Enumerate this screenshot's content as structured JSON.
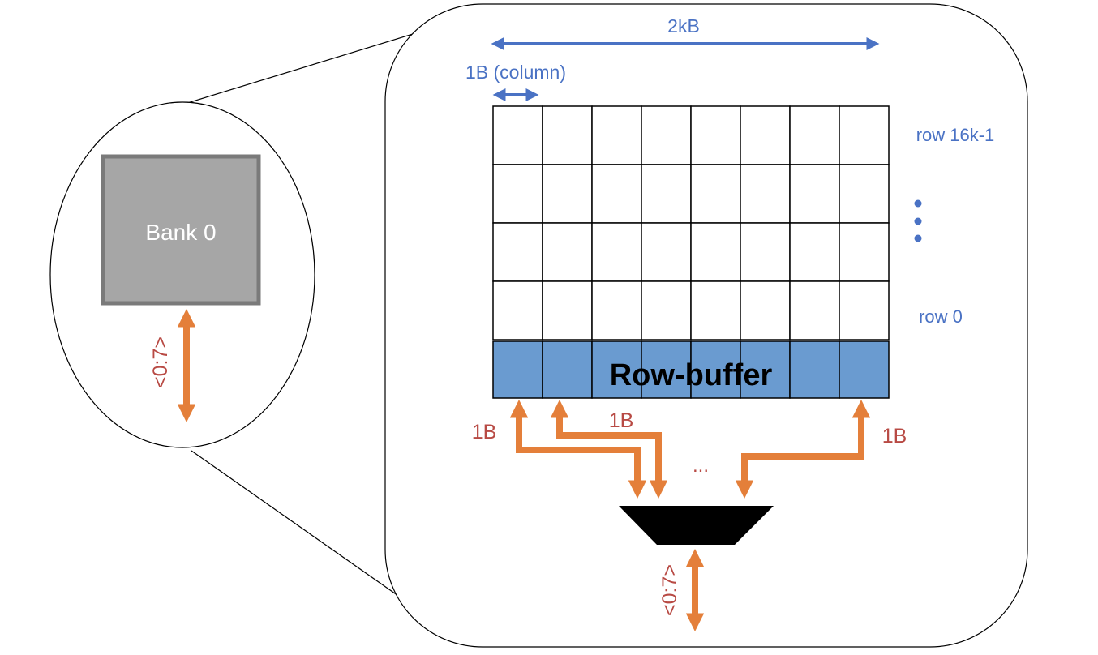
{
  "colors": {
    "blue": "#4a72c4",
    "red": "#b84a44",
    "orange": "#e47f3a",
    "buffer_fill": "#6a9bd0",
    "bank_fill": "#a6a6a6",
    "bank_border": "#7a7a7a"
  },
  "bank": {
    "label": "Bank 0",
    "bus_label": "<0:7>"
  },
  "array": {
    "width_label": "2kB",
    "column_label": "1B (column)",
    "row_top_label": "row 16k-1",
    "row_bottom_label": "row 0",
    "row_buffer_label": "Row-buffer"
  },
  "mux": {
    "left_byte_label": "1B",
    "middle_byte_label": "1B",
    "right_byte_label": "1B",
    "ellipsis": "...",
    "bus_label": "<0:7>"
  }
}
